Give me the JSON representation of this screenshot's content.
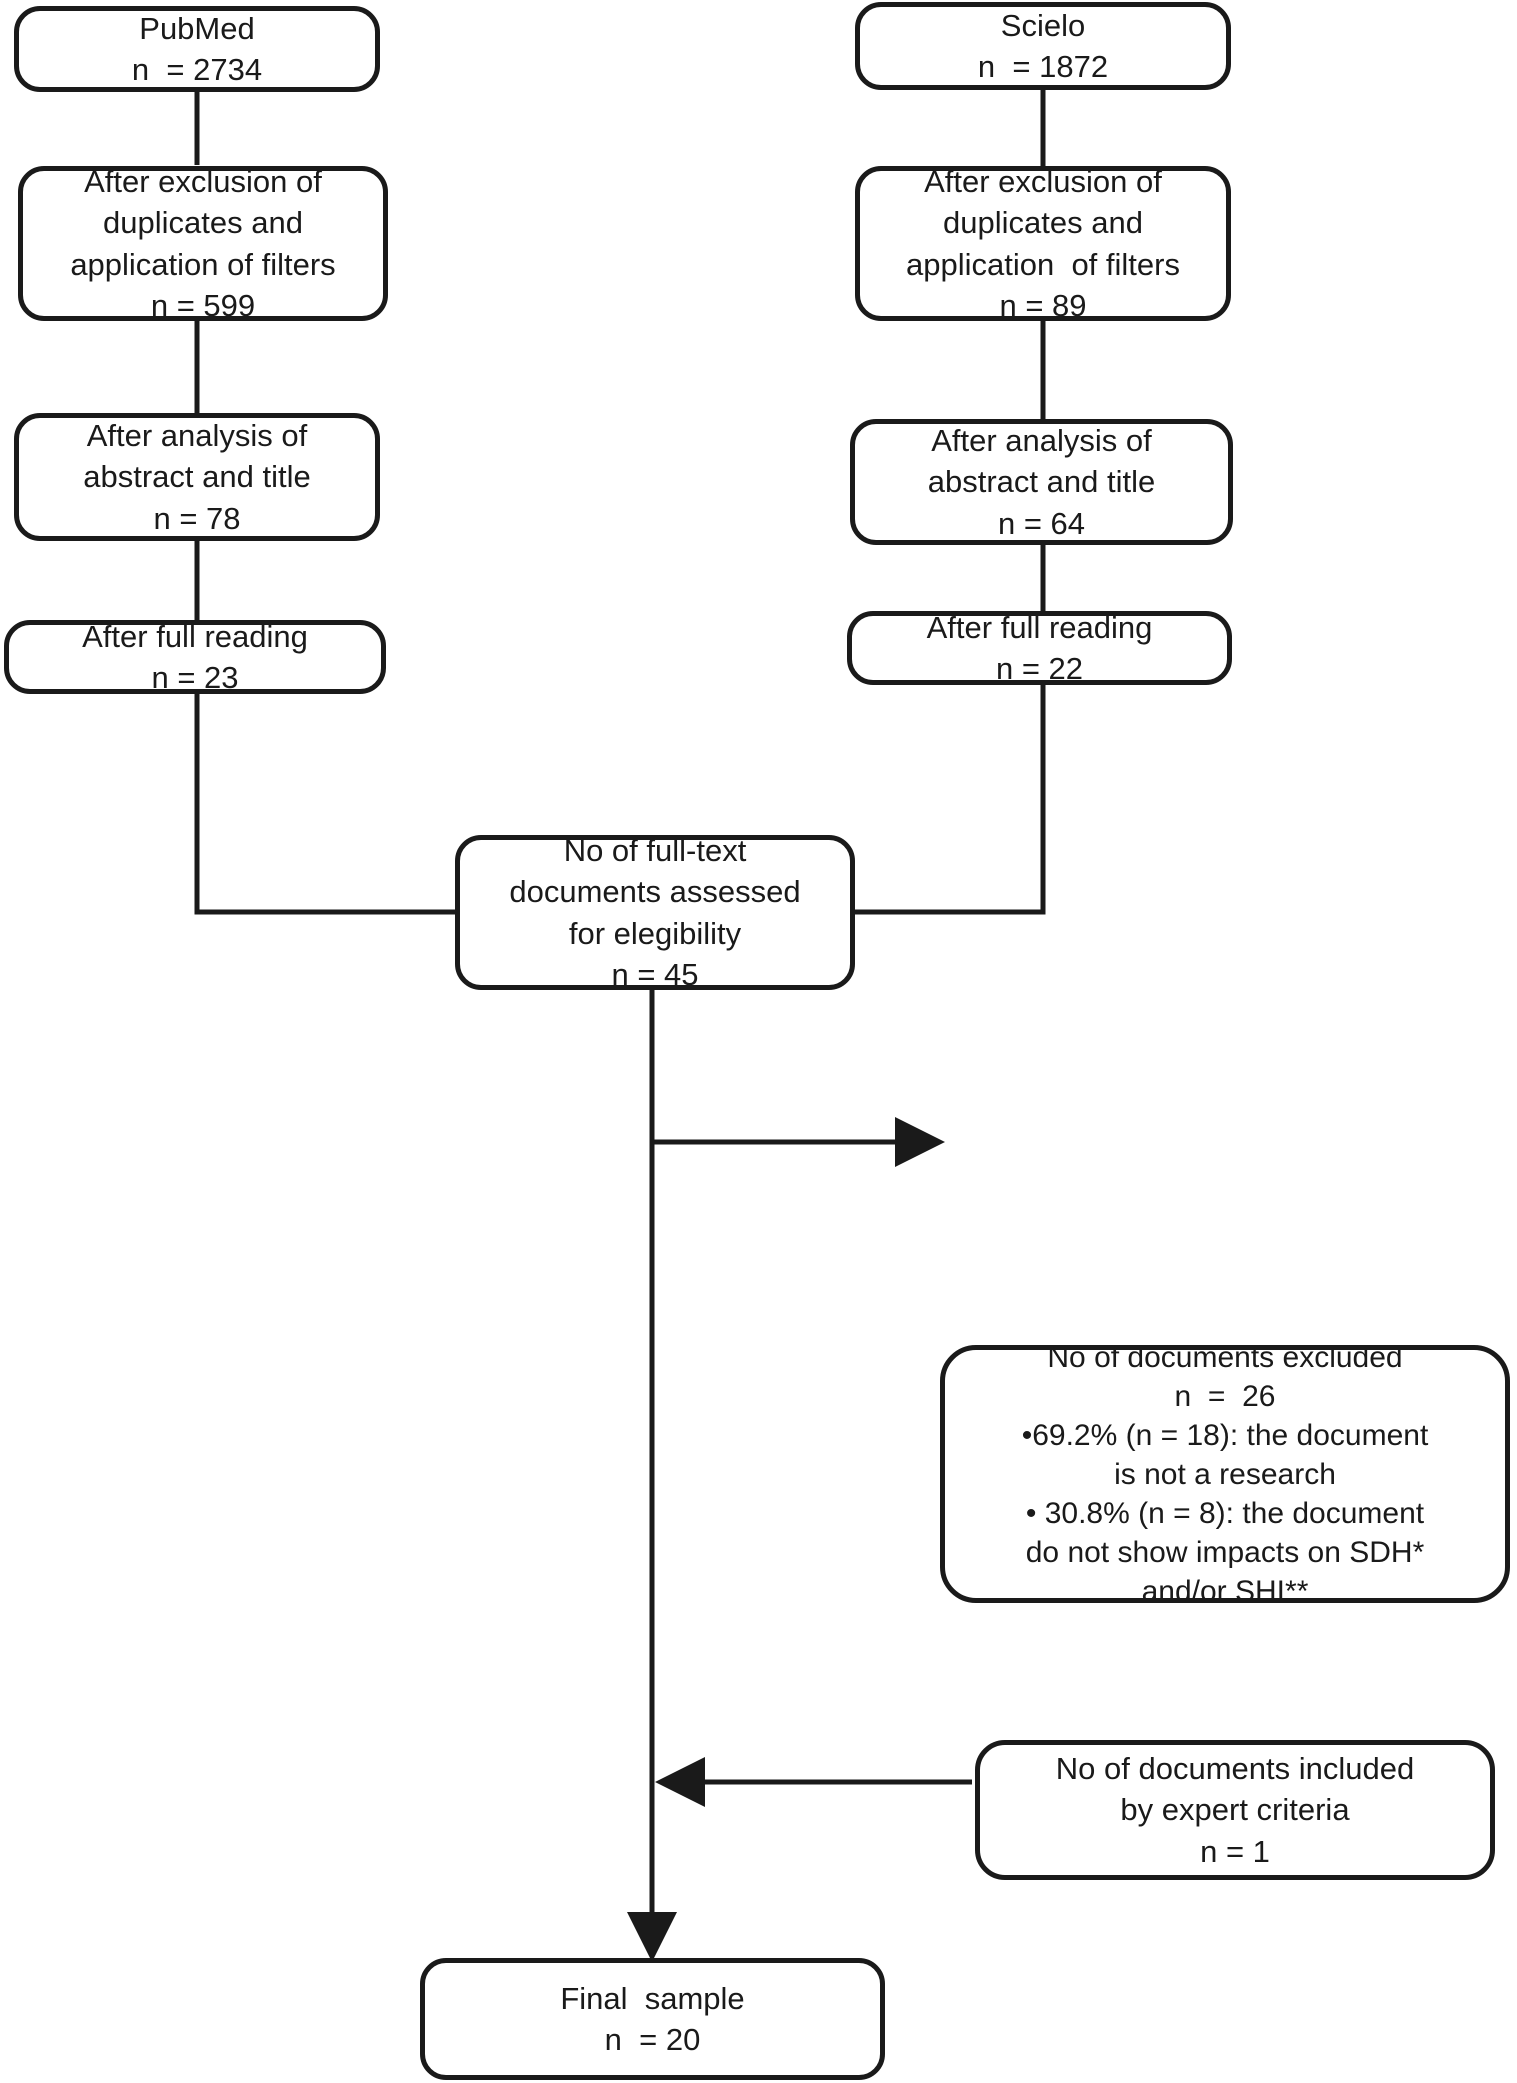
{
  "diagram": {
    "title": "PRISMA-style document selection flow diagram",
    "stroke_color": "#1a1a1a",
    "background_color": "#ffffff"
  },
  "nodes": {
    "pubmed": {
      "name": "pubmed-source-box",
      "lines": [
        "PubMed",
        "n  = 2734"
      ]
    },
    "scielo": {
      "name": "scielo-source-box",
      "lines": [
        "Scielo",
        "n  = 1872"
      ]
    },
    "pubmed_dedup": {
      "name": "pubmed-dedup-box",
      "lines": [
        "After exclusion of",
        "duplicates and",
        "application of filters",
        "n = 599"
      ]
    },
    "scielo_dedup": {
      "name": "scielo-dedup-box",
      "lines": [
        "After exclusion of",
        "duplicates and",
        "application  of filters",
        "n = 89"
      ]
    },
    "pubmed_abstract": {
      "name": "pubmed-abstract-box",
      "lines": [
        "After analysis of",
        "abstract and title",
        "n = 78"
      ]
    },
    "scielo_abstract": {
      "name": "scielo-abstract-box",
      "lines": [
        "After analysis of",
        "abstract and title",
        "n = 64"
      ]
    },
    "pubmed_fullread": {
      "name": "pubmed-full-reading-box",
      "lines": [
        "After full reading",
        "n = 23"
      ]
    },
    "scielo_fullread": {
      "name": "scielo-full-reading-box",
      "lines": [
        "After full reading",
        "n = 22"
      ]
    },
    "eligibility": {
      "name": "eligibility-box",
      "lines": [
        "No of full-text",
        "documents assessed",
        "for elegibility",
        "n = 45"
      ]
    },
    "excluded": {
      "name": "documents-excluded-box",
      "lines": [
        "No of documents excluded",
        "n  =  26",
        "•69.2% (n = 18): the document",
        "is not a research",
        "• 30.8% (n = 8): the document",
        "do not show impacts on SDH*",
        "and/or SHI**"
      ]
    },
    "included_expert": {
      "name": "documents-included-expert-box",
      "lines": [
        "No of documents included",
        "by expert criteria",
        "n = 1"
      ]
    },
    "final_sample": {
      "name": "final-sample-box",
      "lines": [
        "Final  sample",
        "n  = 20"
      ]
    }
  }
}
